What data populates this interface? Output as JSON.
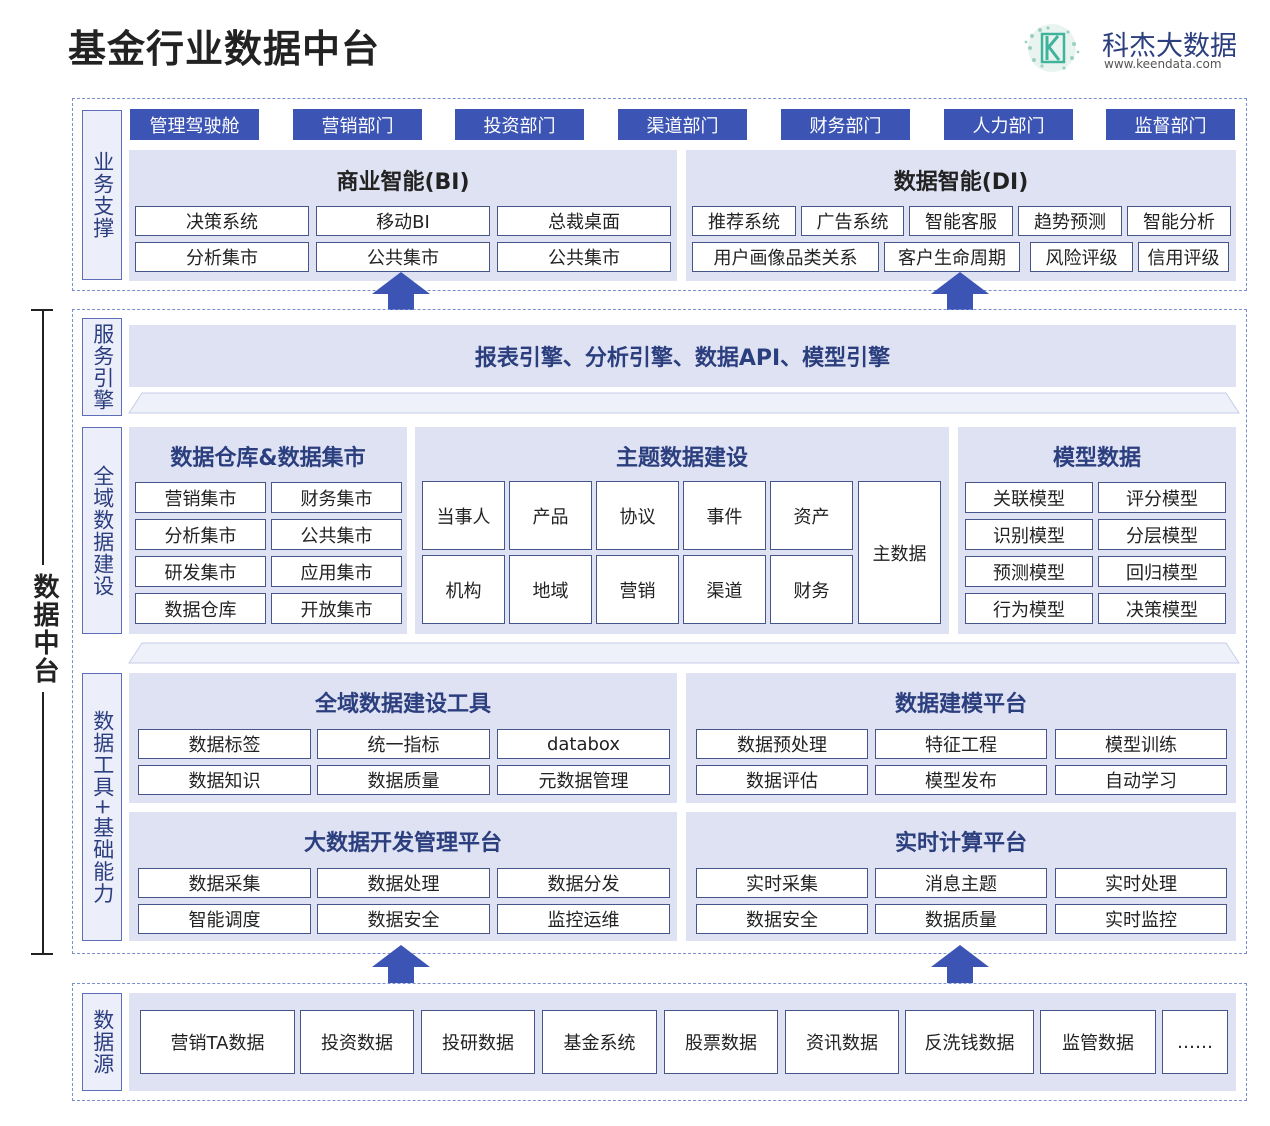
{
  "title": "基金行业数据中台",
  "brand": {
    "name": "科杰大数据",
    "url": "www.keendata.com"
  },
  "side_main": "数据中台",
  "sections": {
    "business": "业务支撑",
    "service": "服务引擎",
    "domain": "全域数据建设",
    "tools": "数据工具+基础能力",
    "source": "数据源"
  },
  "departments": [
    "管理驾驶舱",
    "营销部门",
    "投资部门",
    "渠道部门",
    "财务部门",
    "人力部门",
    "监督部门"
  ],
  "bi": {
    "title": "商业智能(BI)",
    "items": [
      "决策系统",
      "移动BI",
      "总裁桌面",
      "分析集市",
      "公共集市",
      "公共集市"
    ]
  },
  "di": {
    "title": "数据智能(DI)",
    "row1": [
      "推荐系统",
      "广告系统",
      "智能客服",
      "趋势预测",
      "智能分析"
    ],
    "row2": [
      "用户画像品类关系",
      "客户生命周期",
      "风险评级",
      "信用评级"
    ]
  },
  "engine_text": "报表引擎、分析引擎、数据API、模型引擎",
  "warehouse": {
    "title": "数据仓库&数据集市",
    "items": [
      "营销集市",
      "财务集市",
      "分析集市",
      "公共集市",
      "研发集市",
      "应用集市",
      "数据仓库",
      "开放集市"
    ]
  },
  "topic": {
    "title": "主题数据建设",
    "row1": [
      "当事人",
      "产品",
      "协议",
      "事件",
      "资产"
    ],
    "row2": [
      "机构",
      "地域",
      "营销",
      "渠道",
      "财务"
    ],
    "master": "主数据"
  },
  "model_data": {
    "title": "模型数据",
    "items": [
      "关联模型",
      "评分模型",
      "识别模型",
      "分层模型",
      "预测模型",
      "回归模型",
      "行为模型",
      "决策模型"
    ]
  },
  "tool_domain": {
    "title": "全域数据建设工具",
    "items": [
      "数据标签",
      "统一指标",
      "databox",
      "数据知识",
      "数据质量",
      "元数据管理"
    ]
  },
  "modeling": {
    "title": "数据建模平台",
    "items": [
      "数据预处理",
      "特征工程",
      "模型训练",
      "数据评估",
      "模型发布",
      "自动学习"
    ]
  },
  "bigdata": {
    "title": "大数据开发管理平台",
    "items": [
      "数据采集",
      "数据处理",
      "数据分发",
      "智能调度",
      "数据安全",
      "监控运维"
    ]
  },
  "realtime": {
    "title": "实时计算平台",
    "items": [
      "实时采集",
      "消息主题",
      "实时处理",
      "数据安全",
      "数据质量",
      "实时监控"
    ]
  },
  "sources": [
    "营销TA数据",
    "投资数据",
    "投研数据",
    "基金系统",
    "股票数据",
    "资讯数据",
    "反洗钱数据",
    "监管数据",
    "……"
  ],
  "colors": {
    "accent": "#3c54b4",
    "panel": "#dfe2f3",
    "text_blue": "#2b3e7e"
  }
}
